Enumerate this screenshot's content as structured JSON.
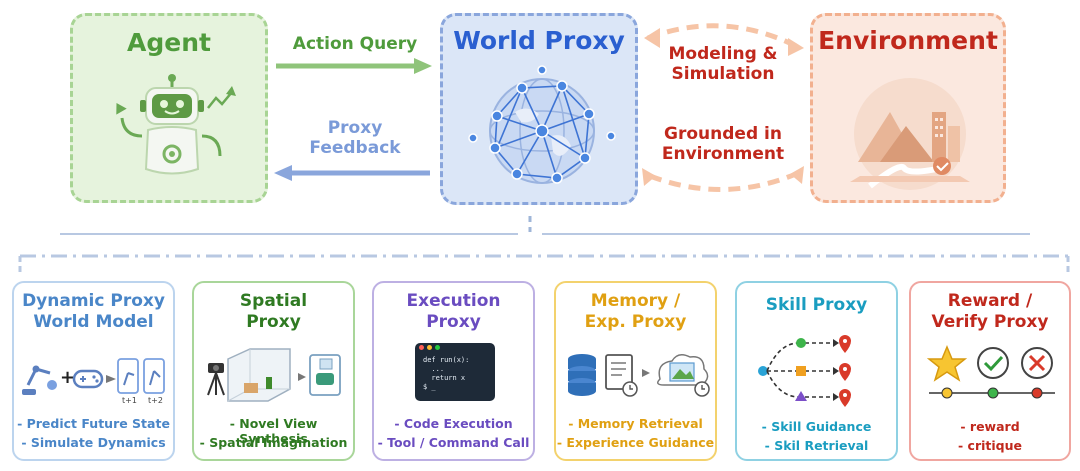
{
  "top": {
    "agent": {
      "label": "Agent",
      "color": "#4f9b3c"
    },
    "world_proxy": {
      "label": "World Proxy",
      "color": "#2a5fd0"
    },
    "environment": {
      "label": "Environment",
      "color": "#c0281c"
    },
    "action_query": {
      "label": "Action Query",
      "color": "#4f9b3c"
    },
    "proxy_feedback": {
      "label_line1": "Proxy",
      "label_line2": "Feedback",
      "color": "#7a9ad8"
    },
    "modeling": {
      "line1": "Modeling &",
      "line2": "Simulation",
      "color": "#c0281c"
    },
    "grounded": {
      "line1": "Grounded in",
      "line2": "Environment",
      "color": "#c0281c"
    }
  },
  "cards": [
    {
      "title_line1": "Dynamic Proxy",
      "title_line2": "World Model",
      "color": "#4a86c8",
      "bullets": [
        "- Predict Future State",
        "- Simulate Dynamics"
      ],
      "sub_labels": [
        "t+1",
        "t+2"
      ]
    },
    {
      "title_line1": "Spatial",
      "title_line2": "Proxy",
      "color": "#2f7a22",
      "bullets": [
        "- Novel View Synthesis",
        "- Spatial Imagination"
      ]
    },
    {
      "title_line1": "Execution",
      "title_line2": "Proxy",
      "color": "#6a4cc0",
      "bullets": [
        "- Code Execution",
        "- Tool / Command Call"
      ],
      "code": [
        "def run(x):",
        "  ...",
        "  return x",
        "$ _"
      ]
    },
    {
      "title_line1": "Memory /",
      "title_line2": "Exp. Proxy",
      "color": "#e0a012",
      "bullets": [
        "- Memory Retrieval",
        "- Experience Guidance"
      ]
    },
    {
      "title_line1": "Skill Proxy",
      "title_line2": "",
      "color": "#1a9dc0",
      "bullets": [
        "- Skill Guidance",
        "- Skil Retrieval"
      ]
    },
    {
      "title_line1": "Reward /",
      "title_line2": "Verify Proxy",
      "color": "#c0281c",
      "bullets": [
        "- reward",
        "- critique"
      ]
    }
  ],
  "colors": {
    "agent_bg": "#e6f3dd",
    "agent_border": "#a8d494",
    "world_bg": "#dbe6f7",
    "world_border": "#8aa6dc",
    "env_bg": "#fbe8df",
    "env_border": "#f2b08f",
    "connector": "#9fb6d8"
  },
  "icons": [
    "robot-icon",
    "globe-network-icon",
    "landscape-city-icon",
    "robot-arm-icon",
    "gamepad-icon",
    "camera-tripod-icon",
    "terminal-window-icon",
    "database-icon",
    "document-clock-icon",
    "image-cloud-icon",
    "skill-tree-icon",
    "location-pin-icon",
    "star-icon",
    "check-circle-icon",
    "x-circle-icon"
  ]
}
